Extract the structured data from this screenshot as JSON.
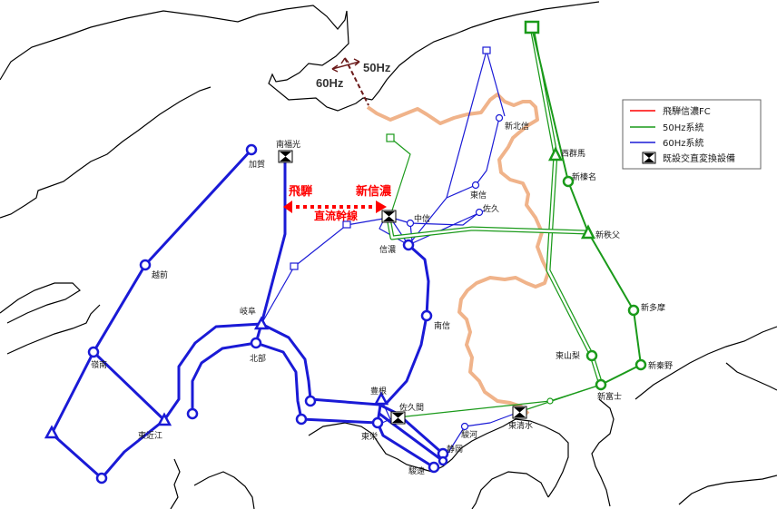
{
  "colors": {
    "red": "#ff0000",
    "green": "#1a9a1a",
    "blue": "#1a1ad6",
    "boundary": "#f0b38a",
    "divider": "#6b1a1a",
    "coast": "#000000"
  },
  "stations": {
    "minamifukumitsu": "南福光",
    "kaga": "加賀",
    "echizen": "越前",
    "reinan": "嶺南",
    "higashiomi": "東近江",
    "gifu": "岐阜",
    "hokubu": "北部",
    "hida": "飛騨",
    "shinshinano": "新信濃",
    "chokuryu": "直流幹線",
    "chushin": "中信",
    "saku": "佐久",
    "toshin": "東信",
    "shinano": "信濃",
    "shinhokushin": "新北信",
    "nanshin": "南信",
    "toyone": "豊根",
    "sakuma": "佐久間",
    "tomei": "東栄",
    "sunga": "駿河",
    "shizuoka": "静岡",
    "suen": "駿遠",
    "higashishimizu": "東清水",
    "nishigunma": "西群馬",
    "shinharuna": "新榛名",
    "shinchichibu": "新秩父",
    "shintama": "新多摩",
    "higashiyamanashi": "東山梨",
    "shinhadano": "新秦野",
    "shinfuji": "新富士"
  },
  "frequency": {
    "hz60": "60Hz",
    "hz50": "50Hz"
  },
  "legend": {
    "items": [
      {
        "label": "飛騨信濃FC",
        "color": "#ff0000",
        "kind": "line"
      },
      {
        "label": "50Hz系統",
        "color": "#1a9a1a",
        "kind": "line"
      },
      {
        "label": "60Hz系統",
        "color": "#1a1ad6",
        "kind": "line"
      },
      {
        "label": "既設交直変換設備",
        "color": "#000000",
        "kind": "icon"
      }
    ]
  }
}
